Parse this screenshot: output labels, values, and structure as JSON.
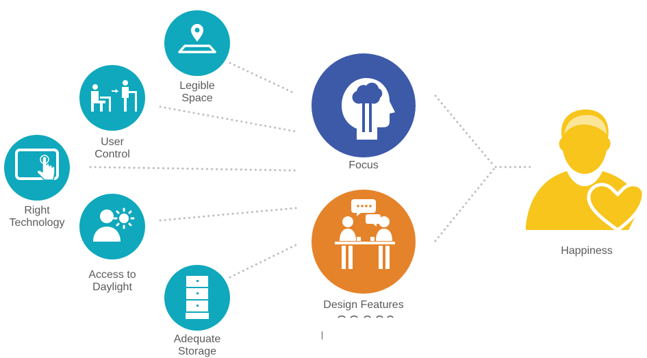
{
  "colors": {
    "teal": "#0fa8bd",
    "blue": "#3d5aa9",
    "orange": "#e5832a",
    "yellow": "#f7c51b",
    "label": "#5a5a5a",
    "dots": "#bdbdbd"
  },
  "inputs": [
    {
      "id": "legible-space",
      "label": "Legible\nSpace",
      "icon": "map-pin-icon"
    },
    {
      "id": "user-control",
      "label": "User\nControl",
      "icon": "sit-stand-desk-icon"
    },
    {
      "id": "right-technology",
      "label": "Right\nTechnology",
      "icon": "touchscreen-icon"
    },
    {
      "id": "access-to-daylight",
      "label": "Access to\nDaylight",
      "icon": "person-sun-icon"
    },
    {
      "id": "adequate-storage",
      "label": "Adequate\nStorage",
      "icon": "storage-cabinet-icon"
    }
  ],
  "hubs": [
    {
      "id": "focus",
      "label": "Focus",
      "icon": "head-brain-icon"
    },
    {
      "id": "design-features",
      "label": "Design Features",
      "icon": "meeting-chat-icon"
    }
  ],
  "outcome": {
    "label": "Happiness",
    "icon": "person-heart-icon"
  }
}
